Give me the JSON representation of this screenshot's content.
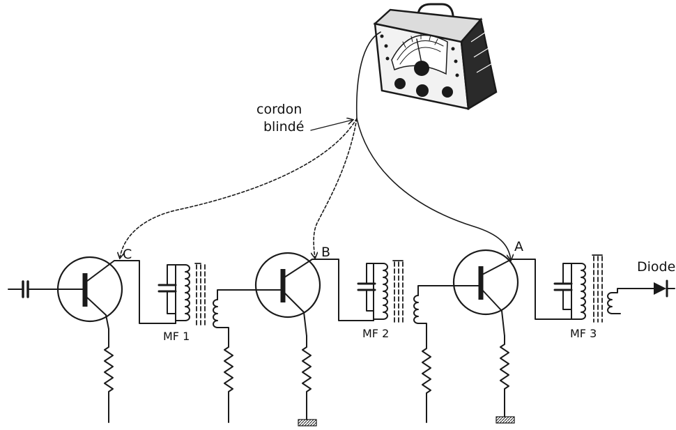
{
  "labels": {
    "cable_line1": "cordon",
    "cable_line2": "blindé",
    "point_a": "A",
    "point_b": "B",
    "point_c": "C",
    "mf1": "MF 1",
    "mf2": "MF 2",
    "mf3": "MF 3",
    "diode": "Diode"
  },
  "icons": [
    "signal-generator-icon",
    "transistor-icon",
    "if-transformer-icon",
    "resistor-icon",
    "capacitor-icon",
    "diode-icon",
    "ground-icon"
  ],
  "colors": {
    "ink": "#1a1a1a",
    "paper": "#ffffff"
  }
}
